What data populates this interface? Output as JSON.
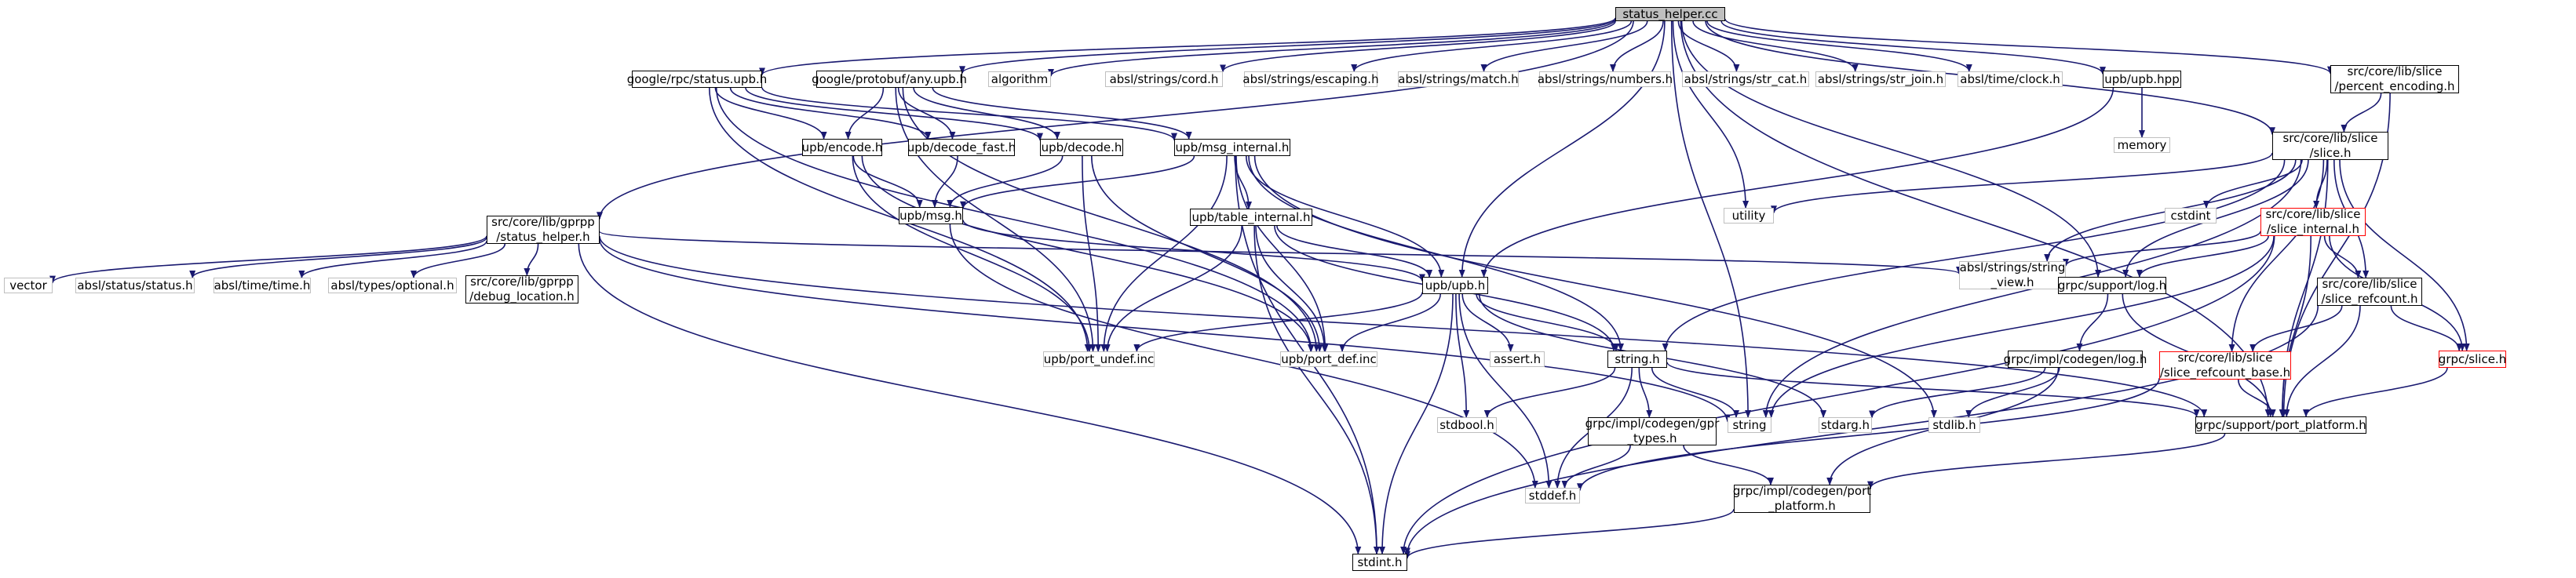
{
  "graph": {
    "colors": {
      "edge": "#191970",
      "node_border": "#000000",
      "external_border": "#bfbfbf",
      "truncated_border": "#ff0000",
      "root_fill": "#bfbfbf"
    },
    "nodes": [
      {
        "id": "status_helper_cc",
        "label": "status_helper.cc",
        "kind": "root"
      },
      {
        "id": "google_rpc_status_upb_h",
        "label": "google/rpc/status.upb.h",
        "kind": "normal"
      },
      {
        "id": "google_protobuf_any_upb_h",
        "label": "google/protobuf/any.upb.h",
        "kind": "normal"
      },
      {
        "id": "algorithm",
        "label": "algorithm",
        "kind": "external"
      },
      {
        "id": "absl_strings_cord_h",
        "label": "absl/strings/cord.h",
        "kind": "external"
      },
      {
        "id": "absl_strings_escaping_h",
        "label": "absl/strings/escaping.h",
        "kind": "external"
      },
      {
        "id": "absl_strings_match_h",
        "label": "absl/strings/match.h",
        "kind": "external"
      },
      {
        "id": "absl_strings_numbers_h",
        "label": "absl/strings/numbers.h",
        "kind": "external"
      },
      {
        "id": "absl_strings_str_cat_h",
        "label": "absl/strings/str_cat.h",
        "kind": "external"
      },
      {
        "id": "absl_strings_str_join_h",
        "label": "absl/strings/str_join.h",
        "kind": "external"
      },
      {
        "id": "absl_time_clock_h",
        "label": "absl/time/clock.h",
        "kind": "external"
      },
      {
        "id": "upb_upb_hpp",
        "label": "upb/upb.hpp",
        "kind": "normal"
      },
      {
        "id": "percent_encoding_h",
        "label": "src/core/lib/slice\n/percent_encoding.h",
        "kind": "normal"
      },
      {
        "id": "memory",
        "label": "memory",
        "kind": "external"
      },
      {
        "id": "upb_encode_h",
        "label": "upb/encode.h",
        "kind": "normal"
      },
      {
        "id": "upb_decode_fast_h",
        "label": "upb/decode_fast.h",
        "kind": "normal"
      },
      {
        "id": "upb_decode_h",
        "label": "upb/decode.h",
        "kind": "normal"
      },
      {
        "id": "upb_msg_internal_h",
        "label": "upb/msg_internal.h",
        "kind": "normal"
      },
      {
        "id": "slice_h_core",
        "label": "src/core/lib/slice\n/slice.h",
        "kind": "normal"
      },
      {
        "id": "upb_msg_h",
        "label": "upb/msg.h",
        "kind": "normal"
      },
      {
        "id": "status_helper_h",
        "label": "src/core/lib/gprpp\n/status_helper.h",
        "kind": "normal"
      },
      {
        "id": "utility",
        "label": "utility",
        "kind": "external"
      },
      {
        "id": "cstdint",
        "label": "cstdint",
        "kind": "external"
      },
      {
        "id": "slice_internal_h",
        "label": "src/core/lib/slice\n/slice_internal.h",
        "kind": "truncated"
      },
      {
        "id": "upb_table_internal_h",
        "label": "upb/table_internal.h",
        "kind": "normal"
      },
      {
        "id": "vector",
        "label": "vector",
        "kind": "external"
      },
      {
        "id": "absl_status_status_h",
        "label": "absl/status/status.h",
        "kind": "external"
      },
      {
        "id": "absl_time_time_h",
        "label": "absl/time/time.h",
        "kind": "external"
      },
      {
        "id": "absl_types_optional_h",
        "label": "absl/types/optional.h",
        "kind": "external"
      },
      {
        "id": "debug_location_h",
        "label": "src/core/lib/gprpp\n/debug_location.h",
        "kind": "normal"
      },
      {
        "id": "upb_upb_h",
        "label": "upb/upb.h",
        "kind": "normal"
      },
      {
        "id": "absl_strings_string_view_h",
        "label": "absl/strings/string\n_view.h",
        "kind": "external"
      },
      {
        "id": "grpc_support_log_h",
        "label": "grpc/support/log.h",
        "kind": "normal"
      },
      {
        "id": "slice_refcount_h",
        "label": "src/core/lib/slice\n/slice_refcount.h",
        "kind": "normal"
      },
      {
        "id": "upb_port_undef_inc",
        "label": "upb/port_undef.inc",
        "kind": "external"
      },
      {
        "id": "upb_port_def_inc",
        "label": "upb/port_def.inc",
        "kind": "external"
      },
      {
        "id": "assert_h",
        "label": "assert.h",
        "kind": "external"
      },
      {
        "id": "string_h",
        "label": "string.h",
        "kind": "normal"
      },
      {
        "id": "grpc_impl_codegen_log_h",
        "label": "grpc/impl/codegen/log.h",
        "kind": "normal"
      },
      {
        "id": "slice_refcount_base_h",
        "label": "src/core/lib/slice\n/slice_refcount_base.h",
        "kind": "truncated"
      },
      {
        "id": "grpc_slice_h",
        "label": "grpc/slice.h",
        "kind": "truncated"
      },
      {
        "id": "stdbool_h",
        "label": "stdbool.h",
        "kind": "external"
      },
      {
        "id": "gpr_types_h",
        "label": "grpc/impl/codegen/gpr\n_types.h",
        "kind": "normal"
      },
      {
        "id": "string",
        "label": "string",
        "kind": "external"
      },
      {
        "id": "stdarg_h",
        "label": "stdarg.h",
        "kind": "external"
      },
      {
        "id": "stdlib_h",
        "label": "stdlib.h",
        "kind": "external"
      },
      {
        "id": "port_platform_h",
        "label": "grpc/support/port_platform.h",
        "kind": "normal"
      },
      {
        "id": "stddef_h",
        "label": "stddef.h",
        "kind": "external"
      },
      {
        "id": "codegen_port_platform_h",
        "label": "grpc/impl/codegen/port\n_platform.h",
        "kind": "normal"
      },
      {
        "id": "stdint_h",
        "label": "stdint.h",
        "kind": "normal"
      }
    ],
    "edges": [
      [
        "status_helper_cc",
        "google_rpc_status_upb_h"
      ],
      [
        "status_helper_cc",
        "google_protobuf_any_upb_h"
      ],
      [
        "status_helper_cc",
        "algorithm"
      ],
      [
        "status_helper_cc",
        "absl_strings_cord_h"
      ],
      [
        "status_helper_cc",
        "absl_strings_escaping_h"
      ],
      [
        "status_helper_cc",
        "absl_strings_match_h"
      ],
      [
        "status_helper_cc",
        "absl_strings_numbers_h"
      ],
      [
        "status_helper_cc",
        "absl_strings_str_cat_h"
      ],
      [
        "status_helper_cc",
        "absl_strings_str_join_h"
      ],
      [
        "status_helper_cc",
        "absl_time_clock_h"
      ],
      [
        "status_helper_cc",
        "upb_upb_hpp"
      ],
      [
        "status_helper_cc",
        "percent_encoding_h"
      ],
      [
        "status_helper_cc",
        "status_helper_h"
      ],
      [
        "status_helper_cc",
        "slice_h_core"
      ],
      [
        "status_helper_cc",
        "upb_upb_h"
      ],
      [
        "status_helper_cc",
        "utility"
      ],
      [
        "status_helper_cc",
        "string"
      ],
      [
        "status_helper_cc",
        "grpc_support_log_h"
      ],
      [
        "status_helper_cc",
        "port_platform_h"
      ],
      [
        "google_rpc_status_upb_h",
        "upb_encode_h"
      ],
      [
        "google_rpc_status_upb_h",
        "upb_decode_fast_h"
      ],
      [
        "google_rpc_status_upb_h",
        "upb_decode_h"
      ],
      [
        "google_rpc_status_upb_h",
        "upb_msg_internal_h"
      ],
      [
        "google_rpc_status_upb_h",
        "upb_port_undef_inc"
      ],
      [
        "google_rpc_status_upb_h",
        "upb_port_def_inc"
      ],
      [
        "google_protobuf_any_upb_h",
        "upb_encode_h"
      ],
      [
        "google_protobuf_any_upb_h",
        "upb_decode_fast_h"
      ],
      [
        "google_protobuf_any_upb_h",
        "upb_decode_h"
      ],
      [
        "google_protobuf_any_upb_h",
        "upb_msg_internal_h"
      ],
      [
        "google_protobuf_any_upb_h",
        "upb_port_undef_inc"
      ],
      [
        "google_protobuf_any_upb_h",
        "upb_port_def_inc"
      ],
      [
        "upb_upb_hpp",
        "memory"
      ],
      [
        "upb_upb_hpp",
        "upb_upb_h"
      ],
      [
        "percent_encoding_h",
        "slice_h_core"
      ],
      [
        "percent_encoding_h",
        "port_platform_h"
      ],
      [
        "upb_encode_h",
        "upb_msg_h"
      ],
      [
        "upb_encode_h",
        "upb_port_undef_inc"
      ],
      [
        "upb_encode_h",
        "upb_port_def_inc"
      ],
      [
        "upb_decode_fast_h",
        "upb_msg_h"
      ],
      [
        "upb_decode_h",
        "upb_msg_h"
      ],
      [
        "upb_decode_h",
        "upb_port_undef_inc"
      ],
      [
        "upb_decode_h",
        "upb_port_def_inc"
      ],
      [
        "upb_msg_internal_h",
        "upb_msg_h"
      ],
      [
        "upb_msg_internal_h",
        "upb_table_internal_h"
      ],
      [
        "upb_msg_internal_h",
        "upb_upb_h"
      ],
      [
        "upb_msg_internal_h",
        "string_h"
      ],
      [
        "upb_msg_internal_h",
        "stdint_h"
      ],
      [
        "upb_msg_internal_h",
        "stdlib_h"
      ],
      [
        "upb_msg_internal_h",
        "upb_port_undef_inc"
      ],
      [
        "upb_msg_internal_h",
        "upb_port_def_inc"
      ],
      [
        "upb_msg_h",
        "upb_upb_h"
      ],
      [
        "upb_msg_h",
        "stddef_h"
      ],
      [
        "upb_table_internal_h",
        "upb_upb_h"
      ],
      [
        "upb_table_internal_h",
        "stdint_h"
      ],
      [
        "upb_table_internal_h",
        "string_h"
      ],
      [
        "upb_table_internal_h",
        "upb_port_undef_inc"
      ],
      [
        "upb_table_internal_h",
        "upb_port_def_inc"
      ],
      [
        "slice_h_core",
        "utility"
      ],
      [
        "slice_h_core",
        "cstdint"
      ],
      [
        "slice_h_core",
        "slice_internal_h"
      ],
      [
        "slice_h_core",
        "absl_strings_string_view_h"
      ],
      [
        "slice_h_core",
        "grpc_support_log_h"
      ],
      [
        "slice_h_core",
        "slice_refcount_h"
      ],
      [
        "slice_h_core",
        "grpc_slice_h"
      ],
      [
        "slice_h_core",
        "string"
      ],
      [
        "slice_h_core",
        "string_h"
      ],
      [
        "slice_h_core",
        "slice_refcount_base_h"
      ],
      [
        "slice_h_core",
        "port_platform_h"
      ],
      [
        "slice_internal_h",
        "absl_strings_string_view_h"
      ],
      [
        "slice_internal_h",
        "grpc_support_log_h"
      ],
      [
        "slice_internal_h",
        "slice_refcount_h"
      ],
      [
        "slice_internal_h",
        "grpc_slice_h"
      ],
      [
        "slice_internal_h",
        "string"
      ],
      [
        "slice_internal_h",
        "stdint_h"
      ],
      [
        "slice_internal_h",
        "port_platform_h"
      ],
      [
        "status_helper_h",
        "vector"
      ],
      [
        "status_helper_h",
        "absl_status_status_h"
      ],
      [
        "status_helper_h",
        "absl_time_time_h"
      ],
      [
        "status_helper_h",
        "absl_types_optional_h"
      ],
      [
        "status_helper_h",
        "debug_location_h"
      ],
      [
        "status_helper_h",
        "absl_strings_string_view_h"
      ],
      [
        "status_helper_h",
        "stdint_h"
      ],
      [
        "status_helper_h",
        "string"
      ],
      [
        "status_helper_h",
        "port_platform_h"
      ],
      [
        "upb_upb_h",
        "upb_port_undef_inc"
      ],
      [
        "upb_upb_h",
        "upb_port_def_inc"
      ],
      [
        "upb_upb_h",
        "assert_h"
      ],
      [
        "upb_upb_h",
        "string_h"
      ],
      [
        "upb_upb_h",
        "stdbool_h"
      ],
      [
        "upb_upb_h",
        "stddef_h"
      ],
      [
        "upb_upb_h",
        "stdint_h"
      ],
      [
        "upb_upb_h",
        "stdarg_h"
      ],
      [
        "grpc_support_log_h",
        "grpc_impl_codegen_log_h"
      ],
      [
        "grpc_support_log_h",
        "port_platform_h"
      ],
      [
        "slice_refcount_h",
        "slice_refcount_base_h"
      ],
      [
        "slice_refcount_h",
        "grpc_slice_h"
      ],
      [
        "slice_refcount_h",
        "stdint_h"
      ],
      [
        "slice_refcount_h",
        "port_platform_h"
      ],
      [
        "string_h",
        "stdbool_h"
      ],
      [
        "string_h",
        "gpr_types_h"
      ],
      [
        "string_h",
        "string"
      ],
      [
        "string_h",
        "stddef_h"
      ],
      [
        "string_h",
        "port_platform_h"
      ],
      [
        "grpc_impl_codegen_log_h",
        "stdarg_h"
      ],
      [
        "grpc_impl_codegen_log_h",
        "stdlib_h"
      ],
      [
        "grpc_impl_codegen_log_h",
        "codegen_port_platform_h"
      ],
      [
        "slice_refcount_base_h",
        "port_platform_h"
      ],
      [
        "slice_refcount_base_h",
        "stddef_h"
      ],
      [
        "grpc_slice_h",
        "port_platform_h"
      ],
      [
        "gpr_types_h",
        "stddef_h"
      ],
      [
        "gpr_types_h",
        "codegen_port_platform_h"
      ],
      [
        "port_platform_h",
        "codegen_port_platform_h"
      ],
      [
        "codegen_port_platform_h",
        "stdint_h"
      ]
    ]
  }
}
